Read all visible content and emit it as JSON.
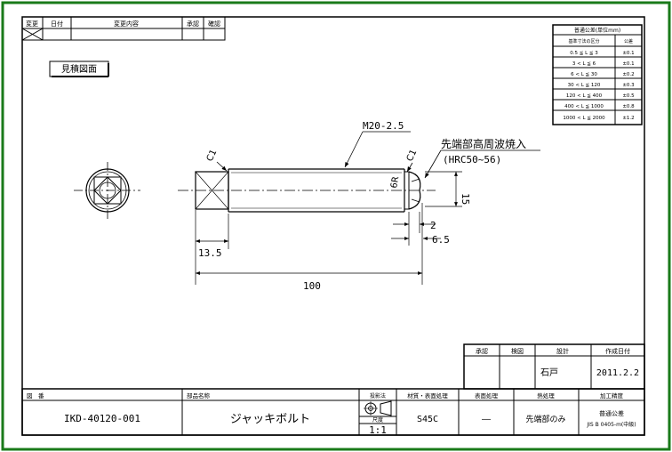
{
  "revision_block": {
    "header": [
      "変更",
      "日付",
      "変更内容",
      "承認",
      "確認"
    ]
  },
  "tolerance_table": {
    "title": "普通公差(単位mm)",
    "col_headers": [
      "基準寸法の区分",
      "公差"
    ],
    "rows": [
      [
        "0.5 ≦ L ≦ 3",
        "±0.1"
      ],
      [
        "3 < L ≦ 6",
        "±0.1"
      ],
      [
        "6 < L ≦ 30",
        "±0.2"
      ],
      [
        "30 < L ≦ 120",
        "±0.3"
      ],
      [
        "120 < L ≦ 400",
        "±0.5"
      ],
      [
        "400 < L ≦ 1000",
        "±0.8"
      ],
      [
        "1000 < L ≦ 2000",
        "±1.2"
      ]
    ]
  },
  "stamp": "見積図面",
  "annotations": {
    "thread": "M20-2.5",
    "heat_treat_1": "先端部高周波焼入",
    "heat_treat_2": "(HRC50~56)",
    "chamfer_left": "C1",
    "chamfer_right": "C1",
    "radius": "6R"
  },
  "dimensions": {
    "overall": "100",
    "head": "13.5",
    "tip_dia": "15",
    "tip_2": "2",
    "tip_6_5": "6.5"
  },
  "title_block": {
    "approval_headers": [
      "承認",
      "検図",
      "設計",
      "作成日付"
    ],
    "designer": "石戸",
    "date": "2011.2.2",
    "drawing_no_label": "図　番",
    "part_name_label": "部品名称",
    "drawing_no": "IKD-40120-001",
    "part_name": "ジャッキボルト",
    "method_label": "投影法",
    "scale_label": "尺度",
    "scale": "1:1",
    "material_label": "材質・表面処理",
    "material": "S45C",
    "finish_label": "表面処理",
    "finish": "―",
    "heat_label": "熱処理",
    "heat": "先端部のみ",
    "tol_label": "加工精度",
    "tol_1": "普通公差",
    "tol_2": "JIS B 0405-m(中級)"
  }
}
